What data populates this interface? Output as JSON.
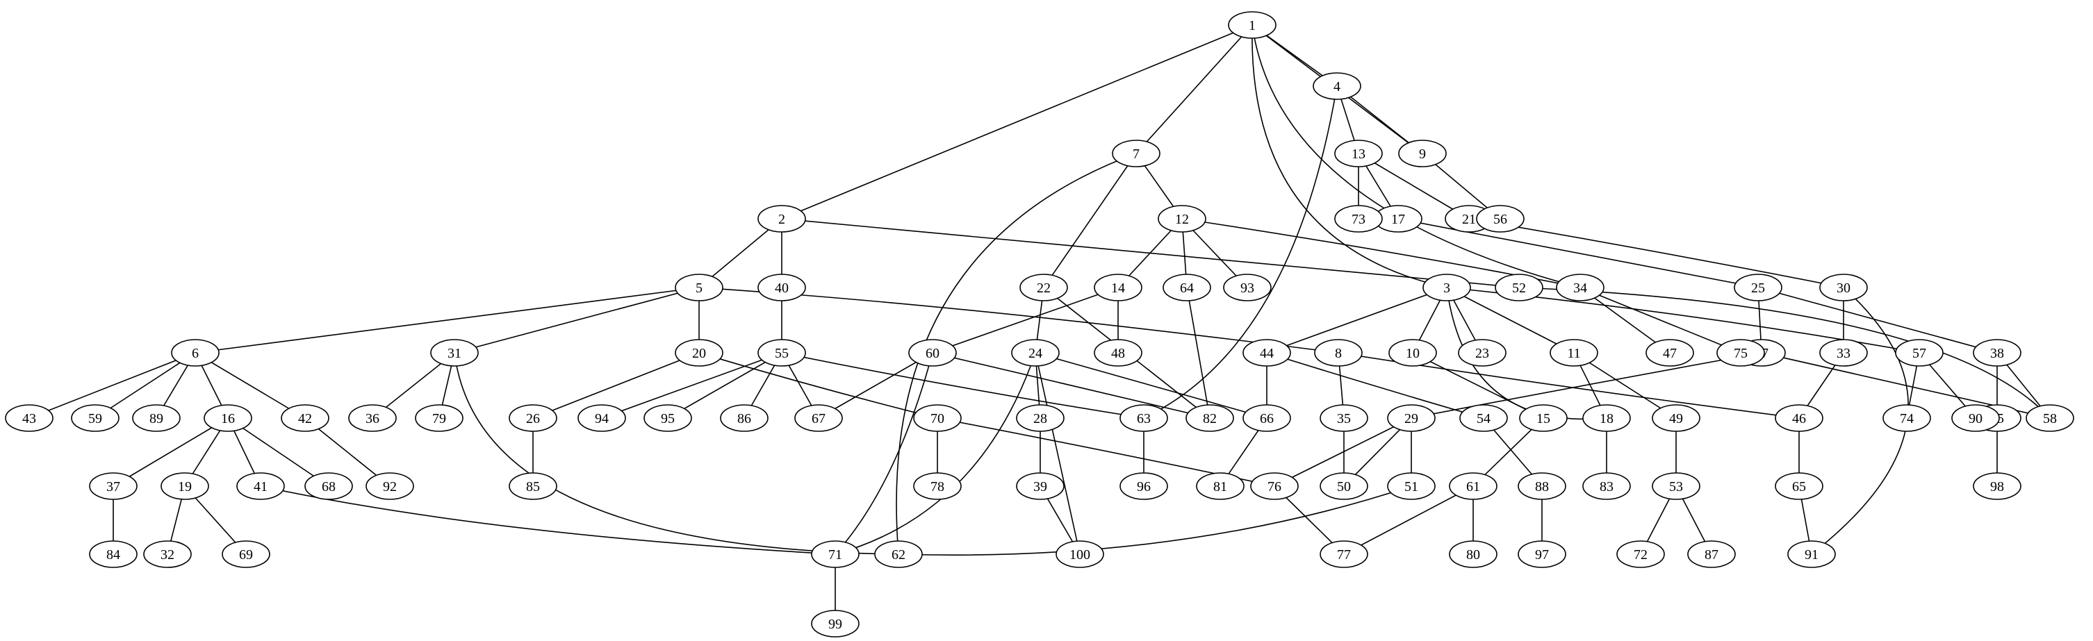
{
  "graph": {
    "nodes": [
      "1",
      "2",
      "3",
      "4",
      "5",
      "6",
      "7",
      "8",
      "9",
      "10",
      "11",
      "12",
      "13",
      "14",
      "15",
      "16",
      "17",
      "18",
      "19",
      "20",
      "21",
      "22",
      "23",
      "24",
      "25",
      "26",
      "27",
      "28",
      "29",
      "30",
      "31",
      "32",
      "33",
      "34",
      "35",
      "36",
      "37",
      "38",
      "39",
      "40",
      "41",
      "42",
      "43",
      "44",
      "45",
      "46",
      "47",
      "48",
      "49",
      "50",
      "51",
      "52",
      "53",
      "54",
      "55",
      "56",
      "57",
      "58",
      "59",
      "60",
      "61",
      "62",
      "63",
      "64",
      "65",
      "66",
      "67",
      "68",
      "69",
      "70",
      "71",
      "72",
      "73",
      "74",
      "75",
      "76",
      "77",
      "78",
      "79",
      "80",
      "81",
      "82",
      "83",
      "84",
      "85",
      "86",
      "87",
      "88",
      "89",
      "90",
      "91",
      "92",
      "93",
      "94",
      "95",
      "96",
      "97",
      "98",
      "99",
      "100"
    ],
    "edges": [
      [
        "1",
        "2"
      ],
      [
        "1",
        "7"
      ],
      [
        "1",
        "4"
      ],
      [
        "1",
        "9"
      ],
      [
        "1",
        "3"
      ],
      [
        "1",
        "34"
      ],
      [
        "4",
        "9"
      ],
      [
        "4",
        "13"
      ],
      [
        "4",
        "63"
      ],
      [
        "9",
        "56"
      ],
      [
        "13",
        "73"
      ],
      [
        "13",
        "17"
      ],
      [
        "13",
        "21"
      ],
      [
        "7",
        "12"
      ],
      [
        "7",
        "22"
      ],
      [
        "7",
        "62"
      ],
      [
        "2",
        "5"
      ],
      [
        "2",
        "40"
      ],
      [
        "2",
        "52"
      ],
      [
        "12",
        "14"
      ],
      [
        "12",
        "64"
      ],
      [
        "12",
        "93"
      ],
      [
        "12",
        "34"
      ],
      [
        "17",
        "25"
      ],
      [
        "21",
        "30"
      ],
      [
        "5",
        "6"
      ],
      [
        "5",
        "31"
      ],
      [
        "5",
        "20"
      ],
      [
        "5",
        "8"
      ],
      [
        "40",
        "55"
      ],
      [
        "22",
        "24"
      ],
      [
        "22",
        "82"
      ],
      [
        "14",
        "48"
      ],
      [
        "14",
        "60"
      ],
      [
        "64",
        "82"
      ],
      [
        "3",
        "44"
      ],
      [
        "3",
        "10"
      ],
      [
        "3",
        "23"
      ],
      [
        "3",
        "11"
      ],
      [
        "3",
        "57"
      ],
      [
        "3",
        "18"
      ],
      [
        "52",
        "58"
      ],
      [
        "34",
        "47"
      ],
      [
        "34",
        "75"
      ],
      [
        "25",
        "27"
      ],
      [
        "25",
        "38"
      ],
      [
        "30",
        "33"
      ],
      [
        "30",
        "91"
      ],
      [
        "6",
        "43"
      ],
      [
        "6",
        "59"
      ],
      [
        "6",
        "89"
      ],
      [
        "6",
        "16"
      ],
      [
        "6",
        "42"
      ],
      [
        "31",
        "36"
      ],
      [
        "31",
        "79"
      ],
      [
        "31",
        "62"
      ],
      [
        "20",
        "26"
      ],
      [
        "20",
        "70"
      ],
      [
        "55",
        "94"
      ],
      [
        "55",
        "95"
      ],
      [
        "55",
        "86"
      ],
      [
        "55",
        "67"
      ],
      [
        "55",
        "63"
      ],
      [
        "60",
        "67"
      ],
      [
        "60",
        "71"
      ],
      [
        "60",
        "82"
      ],
      [
        "24",
        "28"
      ],
      [
        "24",
        "100"
      ],
      [
        "24",
        "71"
      ],
      [
        "24",
        "66"
      ],
      [
        "44",
        "66"
      ],
      [
        "44",
        "54"
      ],
      [
        "8",
        "35"
      ],
      [
        "8",
        "46"
      ],
      [
        "10",
        "15"
      ],
      [
        "11",
        "18"
      ],
      [
        "11",
        "49"
      ],
      [
        "27",
        "29"
      ],
      [
        "27",
        "58"
      ],
      [
        "33",
        "46"
      ],
      [
        "57",
        "74"
      ],
      [
        "57",
        "90"
      ],
      [
        "38",
        "58"
      ],
      [
        "38",
        "45"
      ],
      [
        "16",
        "37"
      ],
      [
        "16",
        "19"
      ],
      [
        "16",
        "41"
      ],
      [
        "16",
        "68"
      ],
      [
        "42",
        "92"
      ],
      [
        "26",
        "85"
      ],
      [
        "70",
        "78"
      ],
      [
        "70",
        "76"
      ],
      [
        "28",
        "39"
      ],
      [
        "63",
        "96"
      ],
      [
        "66",
        "81"
      ],
      [
        "35",
        "50"
      ],
      [
        "29",
        "76"
      ],
      [
        "29",
        "50"
      ],
      [
        "29",
        "51"
      ],
      [
        "54",
        "88"
      ],
      [
        "15",
        "61"
      ],
      [
        "18",
        "83"
      ],
      [
        "49",
        "53"
      ],
      [
        "46",
        "65"
      ],
      [
        "45",
        "98"
      ],
      [
        "37",
        "84"
      ],
      [
        "19",
        "32"
      ],
      [
        "19",
        "69"
      ],
      [
        "41",
        "71"
      ],
      [
        "39",
        "100"
      ],
      [
        "76",
        "77"
      ],
      [
        "51",
        "62"
      ],
      [
        "61",
        "77"
      ],
      [
        "61",
        "80"
      ],
      [
        "88",
        "97"
      ],
      [
        "53",
        "72"
      ],
      [
        "53",
        "87"
      ],
      [
        "65",
        "91"
      ],
      [
        "71",
        "99"
      ]
    ]
  }
}
